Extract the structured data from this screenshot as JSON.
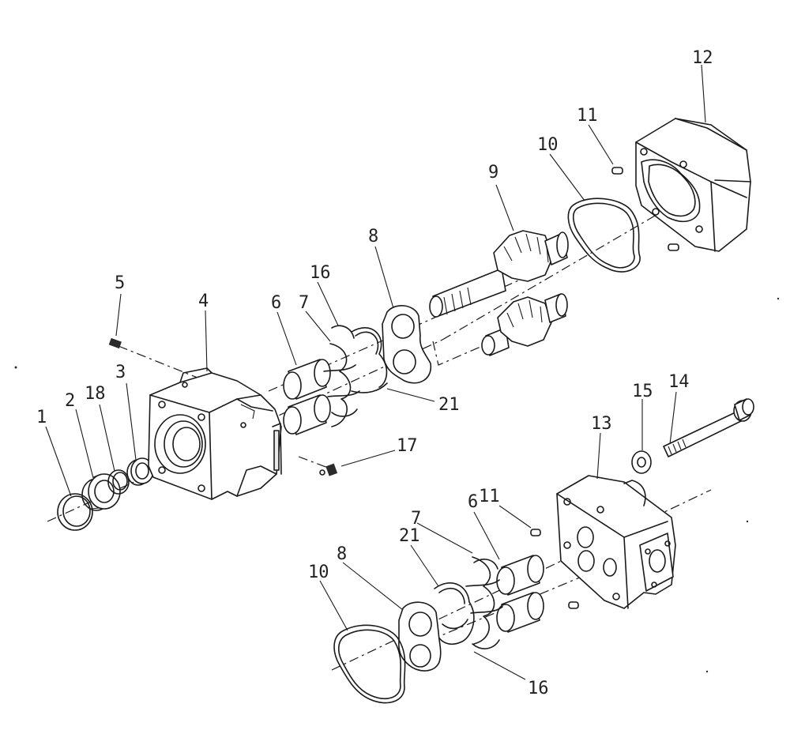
{
  "labels": {
    "l1": "1",
    "l2": "2",
    "l18": "18",
    "l3": "3",
    "l4": "4",
    "l5": "5",
    "l6a": "6",
    "l7a": "7",
    "l16a": "16",
    "l8a": "8",
    "l21a": "21",
    "l17": "17",
    "l9": "9",
    "l10a": "10",
    "l11a": "11",
    "l12": "12",
    "l15": "15",
    "l14": "14",
    "l13": "13",
    "l11b": "11",
    "l6b": "6",
    "l7b": "7",
    "l21b": "21",
    "l8b": "8",
    "l10b": "10",
    "l16b": "16"
  }
}
